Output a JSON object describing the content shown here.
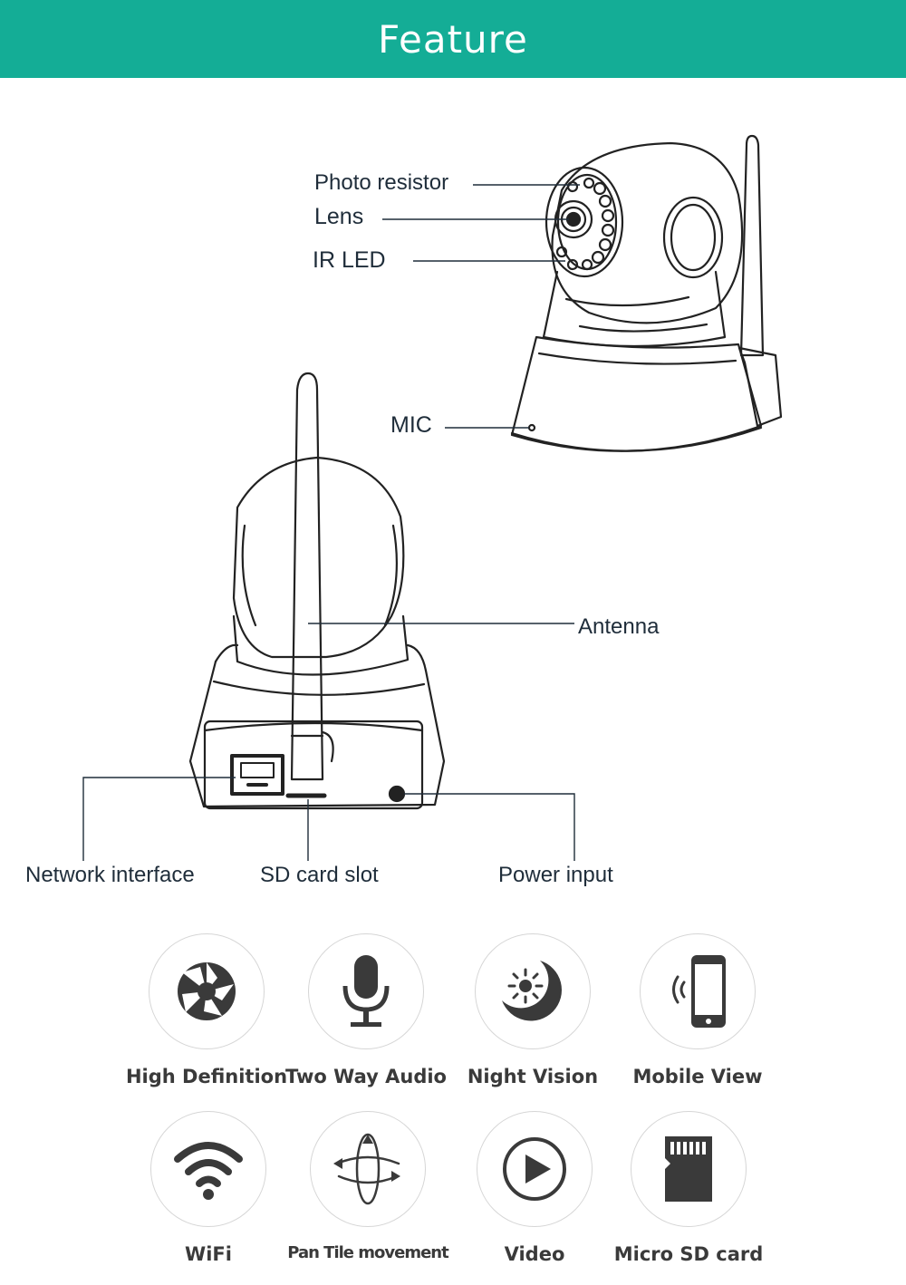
{
  "header": {
    "title": "Feature"
  },
  "callouts": {
    "photo_resistor": "Photo resistor",
    "lens": "Lens",
    "ir_led": "IR LED",
    "mic": "MIC",
    "antenna": "Antenna",
    "network_interface": "Network interface",
    "sd_card_slot": "SD card slot",
    "power_input": "Power input"
  },
  "features": [
    {
      "label": "High Definition",
      "icon": "aperture-icon"
    },
    {
      "label": "Two Way Audio",
      "icon": "microphone-icon"
    },
    {
      "label": "Night Vision",
      "icon": "sun-moon-icon"
    },
    {
      "label": "Mobile View",
      "icon": "smartphone-icon"
    },
    {
      "label": "WiFi",
      "icon": "wifi-icon"
    },
    {
      "label": "Pan Tile movement",
      "icon": "rotation-icon"
    },
    {
      "label": "Video",
      "icon": "play-icon"
    },
    {
      "label": "Micro SD card",
      "icon": "sd-card-icon"
    }
  ],
  "colors": {
    "header": "#14ad96",
    "text": "#1f2d3a",
    "icon": "#3a3a3a"
  }
}
